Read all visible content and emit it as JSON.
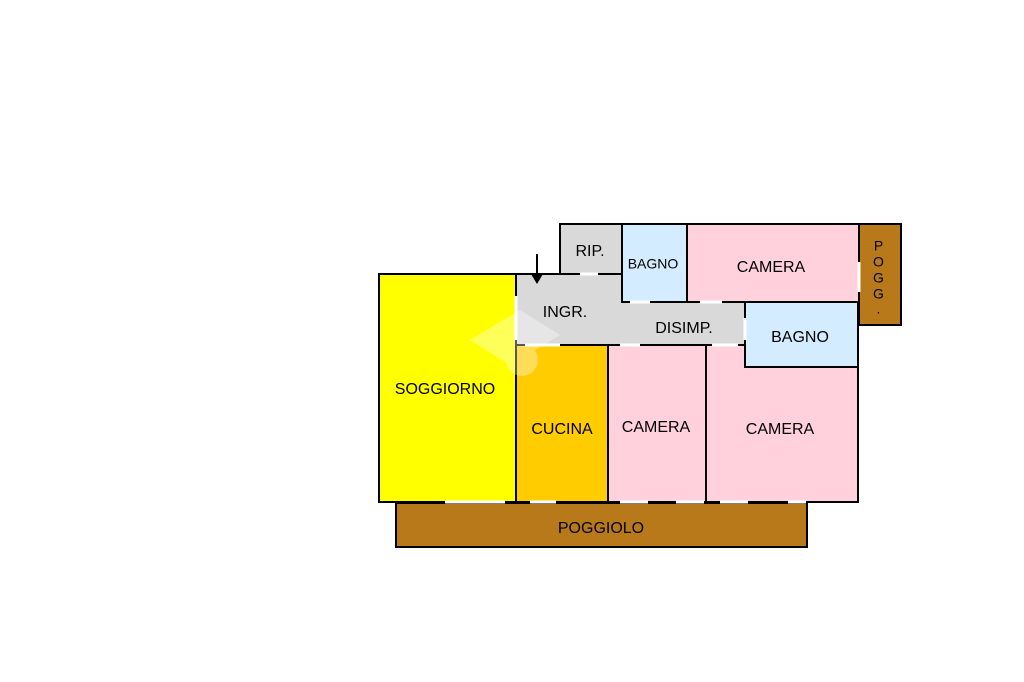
{
  "colors": {
    "living": "#ffff00",
    "kitchen": "#ffcc00",
    "bedroom": "#ffd1dc",
    "bathroom": "#d4ecff",
    "service": "#d9d9d9",
    "balcony": "#b8791a",
    "wall": "#000000",
    "door": "#ffffff"
  },
  "rooms": {
    "soggiorno": "SOGGIORNO",
    "cucina": "CUCINA",
    "camera_mid": "CAMERA",
    "camera_right": "CAMERA",
    "camera_top": "CAMERA",
    "bagno_top": "BAGNO",
    "bagno_right": "BAGNO",
    "ingresso": "INGR.",
    "disimpegno": "DISIMP.",
    "ripostiglio": "RIP.",
    "poggiolo": "POGGIOLO",
    "pogg_side": [
      "P",
      "O",
      "G",
      "G",
      "."
    ]
  },
  "icons": {
    "entrance": "down-arrow-icon",
    "watermark": "logo-watermark"
  }
}
